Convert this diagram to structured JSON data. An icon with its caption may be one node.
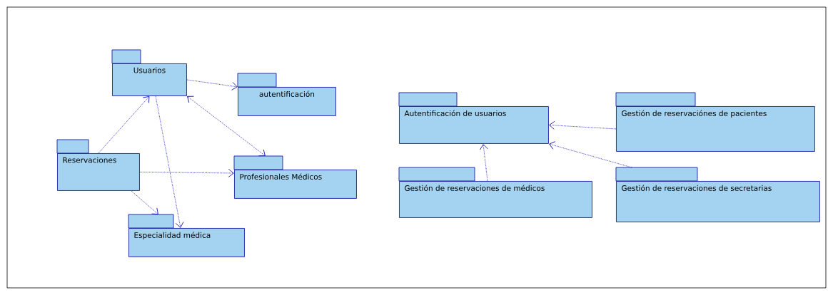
{
  "diagram": {
    "nodes": [
      {
        "text": [
          "Usuarios"
        ]
      },
      {
        "text": [
          "autentificación"
        ]
      },
      {
        "text": [
          "Reservaciones"
        ]
      },
      {
        "text": [
          "Profesionales Médicos"
        ]
      },
      {
        "text": [
          "Especialidad médica"
        ]
      },
      {
        "text": [
          "Autentificación de usuarios"
        ]
      },
      {
        "text": [
          "Gestión de reservaciónes de pacientes"
        ]
      },
      {
        "text": [
          "Gestión de reservaciones de médicos"
        ]
      },
      {
        "text": [
          "Gestión de reservaciones de secretarias"
        ]
      }
    ],
    "edges": [
      {
        "from": 0,
        "to": 1,
        "arrow": "to"
      },
      {
        "from": 2,
        "to": 0,
        "arrow": "to"
      },
      {
        "from": 0,
        "to": 3,
        "arrow": "both"
      },
      {
        "from": 0,
        "to": 4,
        "arrow": "to"
      },
      {
        "from": 2,
        "to": 3,
        "arrow": "to"
      },
      {
        "from": 2,
        "to": 4,
        "arrow": "to"
      },
      {
        "from": 6,
        "to": 5,
        "arrow": "to"
      },
      {
        "from": 7,
        "to": 5,
        "arrow": "to"
      },
      {
        "from": 8,
        "to": 5,
        "arrow": "to"
      }
    ]
  }
}
